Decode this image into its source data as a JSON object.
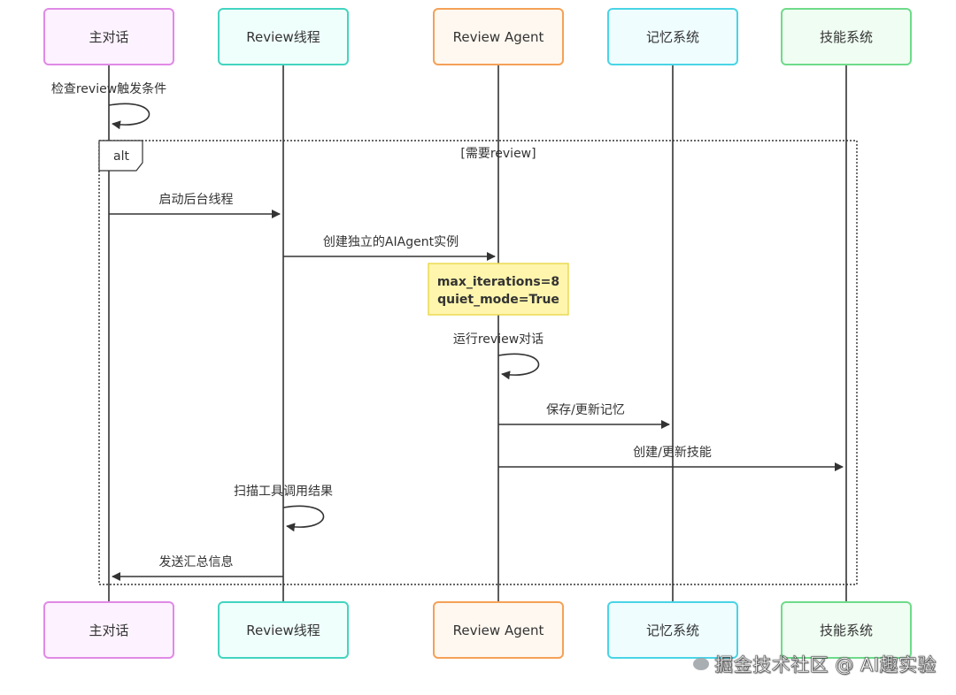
{
  "participants": [
    {
      "id": "main",
      "label": "主对话",
      "fill": "#fdf2ff",
      "stroke": "#e08ae6"
    },
    {
      "id": "thread",
      "label": "Review线程",
      "fill": "#effffc",
      "stroke": "#43d4c0"
    },
    {
      "id": "agent",
      "label": "Review Agent",
      "fill": "#fff8f0",
      "stroke": "#f4a157"
    },
    {
      "id": "memory",
      "label": "记忆系统",
      "fill": "#effdff",
      "stroke": "#49d4e6"
    },
    {
      "id": "skill",
      "label": "技能系统",
      "fill": "#f0fdf3",
      "stroke": "#6edb8a"
    }
  ],
  "alt": {
    "label": "alt",
    "condition": "[需要review]"
  },
  "messages": [
    {
      "from": "main",
      "to": "main",
      "text": "检查review触发条件"
    },
    {
      "from": "main",
      "to": "thread",
      "text": "启动后台线程"
    },
    {
      "from": "thread",
      "to": "agent",
      "text": "创建独立的AIAgent实例"
    },
    {
      "from": "agent",
      "to": "agent",
      "text": "运行review对话"
    },
    {
      "from": "agent",
      "to": "memory",
      "text": "保存/更新记忆"
    },
    {
      "from": "agent",
      "to": "skill",
      "text": "创建/更新技能"
    },
    {
      "from": "thread",
      "to": "thread",
      "text": "扫描工具调用结果"
    },
    {
      "from": "thread",
      "to": "main",
      "text": "发送汇总信息"
    }
  ],
  "note": {
    "over": "agent",
    "lines": [
      "max_iterations=8",
      "quiet_mode=True"
    ]
  },
  "watermark": {
    "text": "掘金技术社区 @ AI趣实验"
  }
}
